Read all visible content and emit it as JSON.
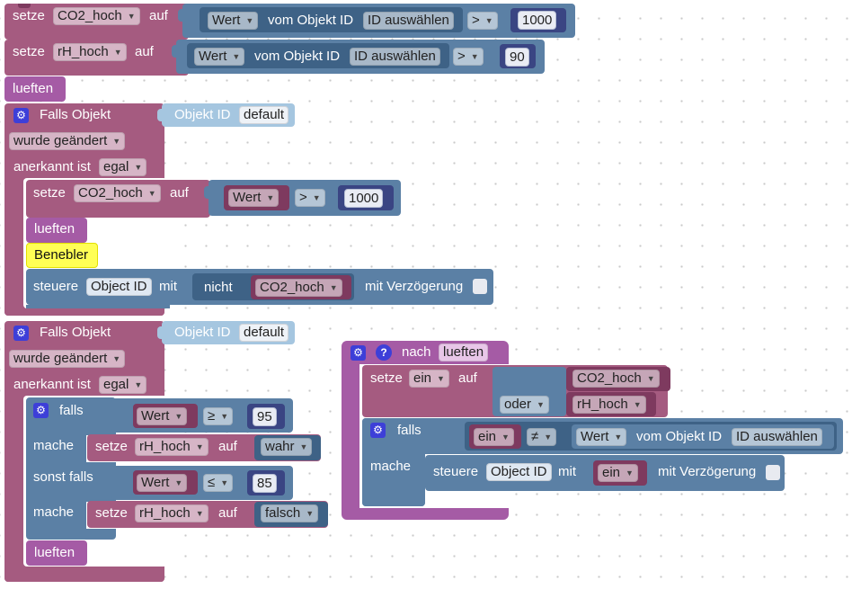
{
  "words": {
    "setze": "setze",
    "auf": "auf",
    "vom_objekt_id": "vom Objekt ID",
    "falls_objekt": "Falls Objekt",
    "objekt_id": "Objekt ID",
    "anerkannt_ist": "anerkannt ist",
    "steuere": "steuere",
    "mit": "mit",
    "nicht": "nicht",
    "mit_verzoegerung": "mit Verzögerung",
    "falls": "falls",
    "mache": "mache",
    "sonst_falls": "sonst falls",
    "nach": "nach",
    "oder": "oder"
  },
  "vars": {
    "co2": "CO2_hoch",
    "rh": "rH_hoch",
    "ein": "ein"
  },
  "values": {
    "wert": "Wert",
    "id_auswaehlen": "ID auswählen",
    "default": "default",
    "wurde_geaendert": "wurde geändert",
    "egal": "egal",
    "object_id": "Object ID",
    "wahr": "wahr",
    "falsch": "falsch"
  },
  "ops": {
    "gt": ">",
    "ge": "≥",
    "le": "≤",
    "ne": "≠"
  },
  "numbers": {
    "n1000": "1000",
    "n90": "90",
    "n95": "95",
    "n85": "85"
  },
  "procs": {
    "lueften": "lueften",
    "benebler": "Benebler"
  },
  "icons": {
    "gear": "gear-icon",
    "help": "question-icon",
    "dropdown": "caret-down-icon"
  },
  "colors": {
    "variable": "#a55b80",
    "logic": "#5b80a5",
    "procedure": "#a55ba5",
    "math": "#5b67a5",
    "trigger": "#a5c6e0",
    "highlight": "#ffff55"
  }
}
